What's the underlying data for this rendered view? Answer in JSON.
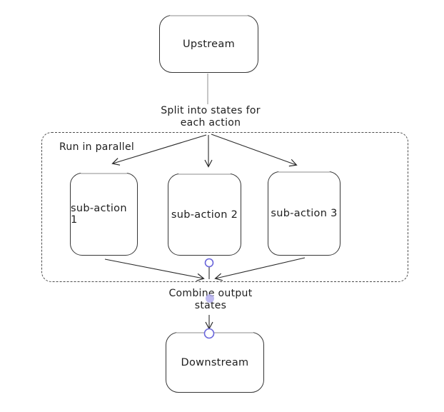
{
  "canvas": {
    "background": "#ffffff"
  },
  "nodes": {
    "upstream": {
      "label": "Upstream"
    },
    "sub_action_1": {
      "label": "sub-action 1"
    },
    "sub_action_2": {
      "label": "sub-action 2"
    },
    "sub_action_3": {
      "label": "sub-action 3"
    },
    "downstream": {
      "label": "Downstream"
    }
  },
  "annotations": {
    "split_line1": "Split into states for",
    "split_line2": "each action",
    "parallel_group": "Run in parallel",
    "combine_line1": "Combine output",
    "combine_line2": "states"
  },
  "edges": [
    {
      "from": "upstream",
      "to": "split-label",
      "style": "plain-gray-line"
    },
    {
      "from": "split-point",
      "to": "sub_action_1",
      "style": "arrow"
    },
    {
      "from": "split-point",
      "to": "sub_action_2",
      "style": "arrow"
    },
    {
      "from": "split-point",
      "to": "sub_action_3",
      "style": "arrow"
    },
    {
      "from": "sub_action_1",
      "to": "combine-point",
      "style": "arrow"
    },
    {
      "from": "sub_action_2",
      "to": "combine-point",
      "style": "plain-line-with-handle"
    },
    {
      "from": "sub_action_3",
      "to": "combine-point",
      "style": "arrow"
    },
    {
      "from": "combine-label",
      "to": "downstream",
      "style": "arrow"
    }
  ],
  "colors": {
    "stroke": "#2a2a2a",
    "dashed_container": "#4c4c4c",
    "gray_connector": "#b8b8b8",
    "node_border": "#363636",
    "node_top_highlight": "#c6c6c6",
    "handle_stroke": "#6965db",
    "handle_fill_dot": "#b4aeee",
    "text": "#1e1e1e",
    "background": "#ffffff"
  }
}
